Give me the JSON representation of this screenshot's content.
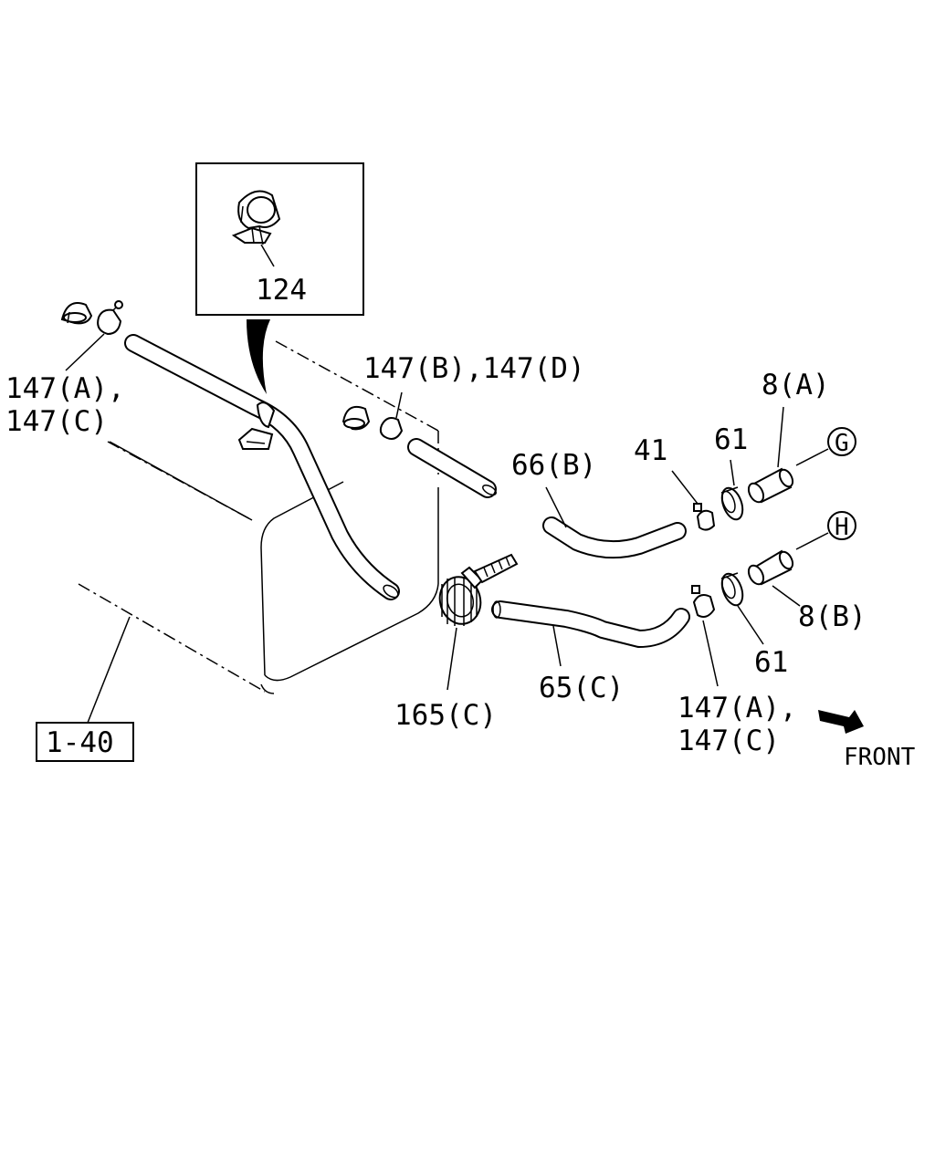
{
  "labels": {
    "inset": "124",
    "clip_left_1": "147(A),",
    "clip_left_2": "147(C)",
    "clip_top": "147(B),147(D)",
    "hose_66b": "66(B)",
    "clip_41": "41",
    "clamp_61_top": "61",
    "pipe_8a": "8(A)",
    "conn_g": "G",
    "conn_h": "H",
    "pipe_8b": "8(B)",
    "clamp_61_bottom": "61",
    "band_165c": "165(C)",
    "hose_65c": "65(C)",
    "clip_right_1": "147(A),",
    "clip_right_2": "147(C)",
    "ref_box": "1-40",
    "front": "FRONT"
  }
}
